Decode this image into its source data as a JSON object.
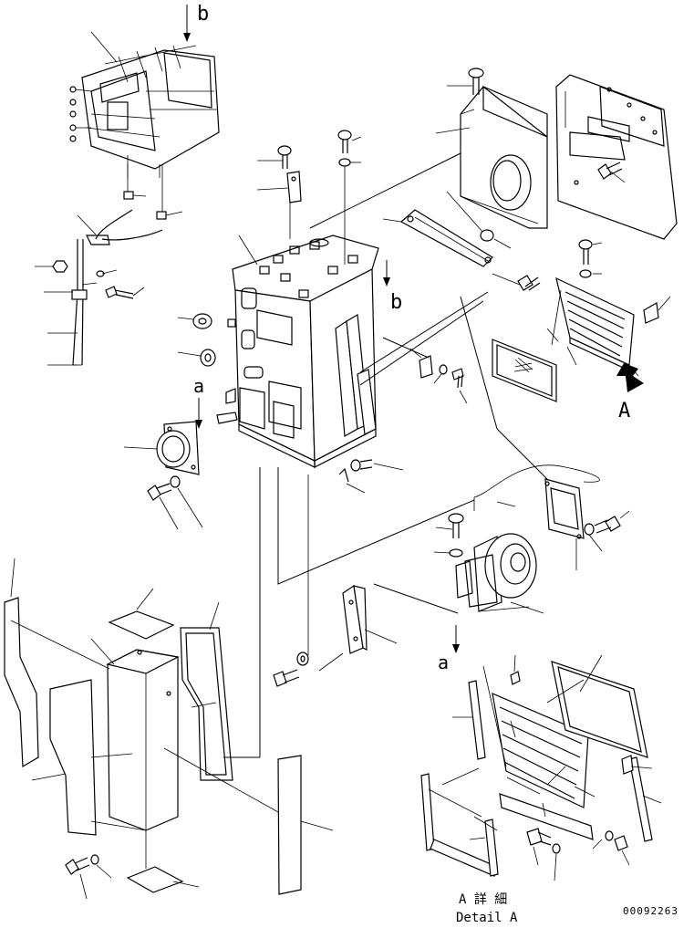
{
  "view_labels": {
    "b": "b",
    "a": "a",
    "A": "A"
  },
  "detail_caption": {
    "japanese": "A 詳 細",
    "english": "Detail A"
  },
  "drawing_number": "00092263",
  "colors": {
    "line": "#000000",
    "background": "#ffffff"
  }
}
